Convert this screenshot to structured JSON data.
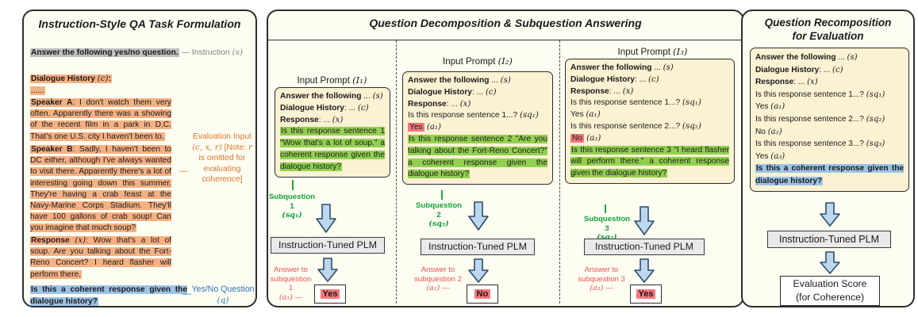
{
  "colors": {
    "panel_bg": "#FEFDF2",
    "prompt_box_bg": "#FBF1D3",
    "highlight_gray": "#BFBFBF",
    "highlight_orange": "#F4B183",
    "highlight_blue": "#9DC3E6",
    "highlight_green": "#92D050",
    "highlight_red": "#F4777C",
    "label_gray": "#7F7F7F",
    "label_orange": "#E2762D",
    "label_blue": "#2E75B6",
    "label_green": "#11A23B",
    "label_red": "#F0534E",
    "arrow_fill": "#BDD7EE",
    "plm_box_bg": "#E9E9E9"
  },
  "plm": "Instruction-Tuned PLM",
  "panel1": {
    "title": "Instruction-Style QA Task Formulation",
    "instruction": [
      {
        "t": "Answer the following yes/no question.",
        "cls": "b"
      }
    ],
    "instruction_label": [
      {
        "t": "— Instruction ",
        "cls": ""
      },
      {
        "t": "(s)",
        "cls": "m"
      }
    ],
    "dialogue_heading": [
      {
        "t": "Dialogue History ",
        "cls": "b"
      },
      {
        "t": "(c)",
        "cls": "m"
      },
      {
        "t": ":",
        "cls": "b"
      }
    ],
    "dots": "......",
    "speaker_a": [
      {
        "t": "Speaker A",
        "cls": "b"
      },
      {
        "t": ": I don't watch them very often. Apparently there was a showing of the recent film in a park in D.C. That's one U.S. city I haven't been to.",
        "cls": ""
      }
    ],
    "speaker_b": [
      {
        "t": "Speaker B",
        "cls": "b"
      },
      {
        "t": ": Sadly, I haven't been to DC either, although I've always wanted to visit there. Apparently there's a lot of interesting going down this summer. They're having a crab feast at the Navy-Marine Corps Stadium. They'll have 100 gallons of crab soup! Can you imagine that much soup?",
        "cls": ""
      }
    ],
    "response": [
      {
        "t": "Response ",
        "cls": "b"
      },
      {
        "t": "(x)",
        "cls": "m"
      },
      {
        "t": ": Wow that's a lot of soup. Are you talking about the Fort-Reno Concert? I heard flasher will perform there.",
        "cls": ""
      }
    ],
    "eval_dash": "—",
    "eval_label": [
      {
        "t": "Evaluation Input ",
        "cls": ""
      },
      {
        "t": "(c, x, r)",
        "cls": "m"
      },
      {
        "t": " [Note: ",
        "cls": ""
      },
      {
        "t": "r",
        "cls": "m"
      },
      {
        "t": " is omitted for evaluating coherence]",
        "cls": ""
      }
    ],
    "question": [
      {
        "t": "Is this a coherent response given the dialogue history?",
        "cls": "b"
      }
    ],
    "question_dash": "—",
    "question_label": [
      {
        "t": "Yes/No Question ",
        "cls": ""
      },
      {
        "t": "(q)",
        "cls": "m"
      }
    ]
  },
  "panel2": {
    "title": "Question Decomposition & Subquestion Answering",
    "col1": {
      "title": [
        {
          "t": "Input Prompt ",
          "cls": ""
        },
        {
          "t": "(I₁)",
          "cls": "m"
        }
      ],
      "line_s": [
        {
          "t": "Answer the following ",
          "cls": "b"
        },
        {
          "t": "... ",
          "cls": ""
        },
        {
          "t": "(s)",
          "cls": "m"
        }
      ],
      "line_c": [
        {
          "t": "Dialogue History",
          "cls": "b"
        },
        {
          "t": ": ... ",
          "cls": ""
        },
        {
          "t": "(c)",
          "cls": "m"
        }
      ],
      "line_x": [
        {
          "t": "Response",
          "cls": "b"
        },
        {
          "t": ": ... ",
          "cls": ""
        },
        {
          "t": "(x)",
          "cls": "m"
        }
      ],
      "green": [
        {
          "t": "Is this response sentence 1 \"Wow that's a lot of soup.\" a coherent response given the dialogue history?",
          "cls": ""
        }
      ],
      "sq_name": "Subquestion 1",
      "sq_var": [
        {
          "t": "(sq₁)",
          "cls": "m"
        }
      ],
      "ans_l1": "Answer to",
      "ans_l2": "subquestion 1",
      "ans_var": [
        {
          "t": "(a₁)",
          "cls": "m"
        },
        {
          "t": " —",
          "cls": ""
        }
      ],
      "answer": "Yes"
    },
    "col2": {
      "title": [
        {
          "t": "Input Prompt ",
          "cls": ""
        },
        {
          "t": "(I₂)",
          "cls": "m"
        }
      ],
      "line_s": [
        {
          "t": "Answer the following ",
          "cls": "b"
        },
        {
          "t": "... ",
          "cls": ""
        },
        {
          "t": "(s)",
          "cls": "m"
        }
      ],
      "line_c": [
        {
          "t": "Dialogue History",
          "cls": "b"
        },
        {
          "t": ": ... ",
          "cls": ""
        },
        {
          "t": "(c)",
          "cls": "m"
        }
      ],
      "line_x": [
        {
          "t": "Response",
          "cls": "b"
        },
        {
          "t": ": ... ",
          "cls": ""
        },
        {
          "t": "(x)",
          "cls": "m"
        }
      ],
      "line_sq1": [
        {
          "t": "Is this response sentence 1...? ",
          "cls": ""
        },
        {
          "t": "(sq₁)",
          "cls": "m"
        }
      ],
      "a1_ans": "Yes",
      "a1_var": " (a₁)",
      "green": [
        {
          "t": "Is this response sentence 2 \"Are you talking about the Fort-Reno Concert?\" a coherent response given the dialogue history?",
          "cls": ""
        }
      ],
      "sq_name": "Subquestion 2",
      "sq_var": [
        {
          "t": "(sq₂)",
          "cls": "m"
        }
      ],
      "ans_l1": "Answer to",
      "ans_l2": "subquestion 2",
      "ans_var": [
        {
          "t": "(a₂)",
          "cls": "m"
        },
        {
          "t": " —",
          "cls": ""
        }
      ],
      "answer": "No"
    },
    "col3": {
      "title": [
        {
          "t": "Input Prompt ",
          "cls": ""
        },
        {
          "t": "(I₃)",
          "cls": "m"
        }
      ],
      "line_s": [
        {
          "t": "Answer the following ",
          "cls": "b"
        },
        {
          "t": "... ",
          "cls": ""
        },
        {
          "t": "(s)",
          "cls": "m"
        }
      ],
      "line_c": [
        {
          "t": "Dialogue History",
          "cls": "b"
        },
        {
          "t": ": ... ",
          "cls": ""
        },
        {
          "t": "(c)",
          "cls": "m"
        }
      ],
      "line_x": [
        {
          "t": "Response",
          "cls": "b"
        },
        {
          "t": ": ... ",
          "cls": ""
        },
        {
          "t": "(x)",
          "cls": "m"
        }
      ],
      "line_sq1": [
        {
          "t": "Is this response sentence 1...? ",
          "cls": ""
        },
        {
          "t": "(sq₁)",
          "cls": "m"
        }
      ],
      "line_a1": [
        {
          "t": "Yes ",
          "cls": ""
        },
        {
          "t": "(a₁)",
          "cls": "m"
        }
      ],
      "line_sq2": [
        {
          "t": "Is this response sentence 2...? ",
          "cls": ""
        },
        {
          "t": "(sq₂)",
          "cls": "m"
        }
      ],
      "a2_ans": "No",
      "a2_var": " (a₂)",
      "green": [
        {
          "t": "Is this response sentence 3 \"I heard flasher will perform there.\" a coherent response given the dialogue history?",
          "cls": ""
        }
      ],
      "sq_name": "Subquestion 3",
      "sq_var": [
        {
          "t": "(sq₃)",
          "cls": "m"
        }
      ],
      "ans_l1": "Answer to",
      "ans_l2": "subquestion 3",
      "ans_var": [
        {
          "t": "(a₃)",
          "cls": "m"
        },
        {
          "t": " —",
          "cls": ""
        }
      ],
      "answer": "Yes"
    }
  },
  "panel3": {
    "title_line1": "Question Recomposition",
    "title_line2": "for Evaluation",
    "line_s": [
      {
        "t": "Answer the following ",
        "cls": "b"
      },
      {
        "t": "... ",
        "cls": ""
      },
      {
        "t": "(s)",
        "cls": "m"
      }
    ],
    "line_c": [
      {
        "t": "Dialogue History",
        "cls": "b"
      },
      {
        "t": ": ... ",
        "cls": ""
      },
      {
        "t": "(c)",
        "cls": "m"
      }
    ],
    "line_x": [
      {
        "t": "Response",
        "cls": "b"
      },
      {
        "t": ": ... ",
        "cls": ""
      },
      {
        "t": "(x)",
        "cls": "m"
      }
    ],
    "line_sq1": [
      {
        "t": "Is this response sentence 1...? ",
        "cls": ""
      },
      {
        "t": "(sq₁)",
        "cls": "m"
      }
    ],
    "line_a1": [
      {
        "t": "Yes ",
        "cls": ""
      },
      {
        "t": "(a₁)",
        "cls": "m"
      }
    ],
    "line_sq2": [
      {
        "t": "Is this response sentence 2...? ",
        "cls": ""
      },
      {
        "t": "(sq₂)",
        "cls": "m"
      }
    ],
    "line_a2": [
      {
        "t": "No ",
        "cls": ""
      },
      {
        "t": "(a₂)",
        "cls": "m"
      }
    ],
    "line_sq3": [
      {
        "t": "Is this response sentence 3...? ",
        "cls": ""
      },
      {
        "t": "(sq₃)",
        "cls": "m"
      }
    ],
    "line_a3": [
      {
        "t": "Yes ",
        "cls": ""
      },
      {
        "t": "(a₃)",
        "cls": "m"
      }
    ],
    "question": [
      {
        "t": "Is this a coherent response given the dialogue history?",
        "cls": "b"
      }
    ],
    "score_line1": "Evaluation Score",
    "score_line2": "(for Coherence)"
  }
}
